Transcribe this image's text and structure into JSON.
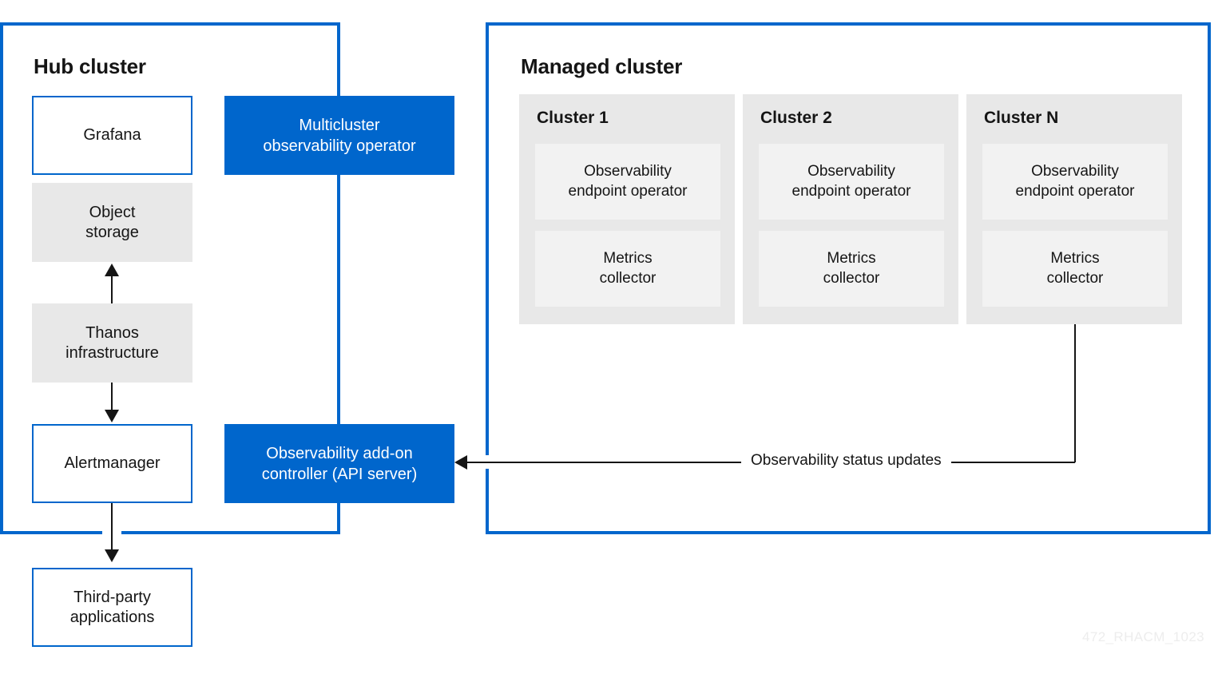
{
  "diagram": {
    "watermark": "472_RHACM_1023",
    "colors": {
      "brand_blue": "#0066cc",
      "card_gray": "#e8e8e8",
      "inner_gray": "#f2f2f2",
      "text": "#151515",
      "watermark": "#ededed"
    }
  },
  "hub_cluster": {
    "title": "Hub cluster",
    "components": [
      {
        "id": "grafana",
        "label": "Grafana",
        "style": "outline"
      },
      {
        "id": "object-storage",
        "label": "Object\nstorage",
        "line1": "Object",
        "line2": "storage",
        "style": "gray"
      },
      {
        "id": "thanos",
        "label": "Thanos\ninfrastructure",
        "line1": "Thanos",
        "line2": "infrastructure",
        "style": "gray"
      },
      {
        "id": "alertmanager",
        "label": "Alertmanager",
        "style": "outline"
      }
    ],
    "external": [
      {
        "id": "third-party",
        "label": "Third-party\napplications",
        "line1": "Third-party",
        "line2": "applications",
        "style": "outline"
      }
    ],
    "operators": [
      {
        "id": "multicluster-observability-operator",
        "line1": "Multicluster",
        "line2": "observability operator",
        "style": "blue"
      },
      {
        "id": "observability-addon-controller",
        "line1": "Observability add-on",
        "line2": "controller (API server)",
        "style": "blue"
      }
    ]
  },
  "managed_cluster": {
    "title": "Managed cluster",
    "clusters": [
      {
        "id": "cluster-1",
        "title": "Cluster 1",
        "components": [
          {
            "id": "observability-endpoint-operator",
            "line1": "Observability",
            "line2": "endpoint operator"
          },
          {
            "id": "metrics-collector",
            "line1": "Metrics",
            "line2": "collector"
          }
        ]
      },
      {
        "id": "cluster-2",
        "title": "Cluster 2",
        "components": [
          {
            "id": "observability-endpoint-operator",
            "line1": "Observability",
            "line2": "endpoint operator"
          },
          {
            "id": "metrics-collector",
            "line1": "Metrics",
            "line2": "collector"
          }
        ]
      },
      {
        "id": "cluster-n",
        "title": "Cluster N",
        "components": [
          {
            "id": "observability-endpoint-operator",
            "line1": "Observability",
            "line2": "endpoint operator"
          },
          {
            "id": "metrics-collector",
            "line1": "Metrics",
            "line2": "collector"
          }
        ]
      }
    ]
  },
  "flows": [
    {
      "id": "status-updates",
      "label": "Observability status updates",
      "from": "cluster-n",
      "to": "observability-addon-controller",
      "direction": "left"
    },
    {
      "id": "thanos-to-object-storage",
      "label": "",
      "from": "thanos",
      "to": "object-storage",
      "direction": "up"
    },
    {
      "id": "thanos-to-alertmanager",
      "label": "",
      "from": "thanos",
      "to": "alertmanager",
      "direction": "down"
    },
    {
      "id": "alertmanager-to-third-party",
      "label": "",
      "from": "alertmanager",
      "to": "third-party",
      "direction": "down"
    }
  ]
}
